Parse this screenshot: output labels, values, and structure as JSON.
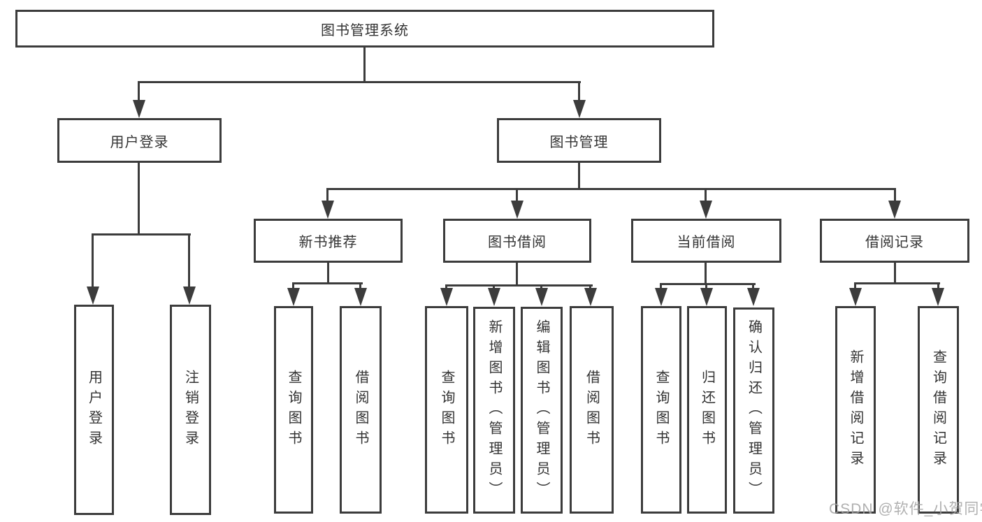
{
  "colors": {
    "line": "#3c3c3c",
    "text": "#333333",
    "watermark": "#a3a3a3",
    "background": "#ffffff"
  },
  "watermark": {
    "text": "CSDN @软件_小贺同学"
  },
  "tree": {
    "root": "图书管理系统",
    "children": [
      {
        "label": "用户登录",
        "children": [
          "用户登录",
          "注销登录"
        ]
      },
      {
        "label": "图书管理",
        "children": [
          {
            "label": "新书推荐",
            "children": [
              "查询图书",
              "借阅图书"
            ]
          },
          {
            "label": "图书借阅",
            "children": [
              "查询图书",
              "新增图书（管理员）",
              "编辑图书（管理员）",
              "借阅图书"
            ]
          },
          {
            "label": "当前借阅",
            "children": [
              "查询图书",
              "归还图书",
              "确认归还（管理员）"
            ]
          },
          {
            "label": "借阅记录",
            "children": [
              "新增借阅记录",
              "查询借阅记录"
            ]
          }
        ]
      }
    ]
  }
}
